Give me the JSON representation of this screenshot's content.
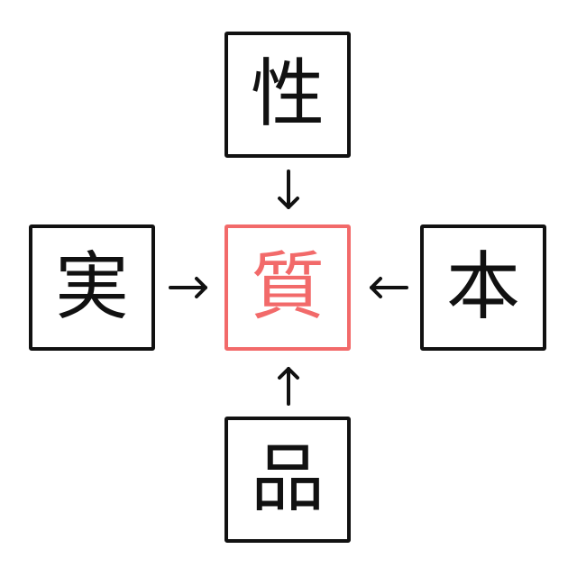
{
  "puzzle": {
    "top": "性",
    "left": "実",
    "center": "質",
    "right": "本",
    "bottom": "品"
  },
  "colors": {
    "answer": "#f26a6a",
    "border": "#111111"
  }
}
